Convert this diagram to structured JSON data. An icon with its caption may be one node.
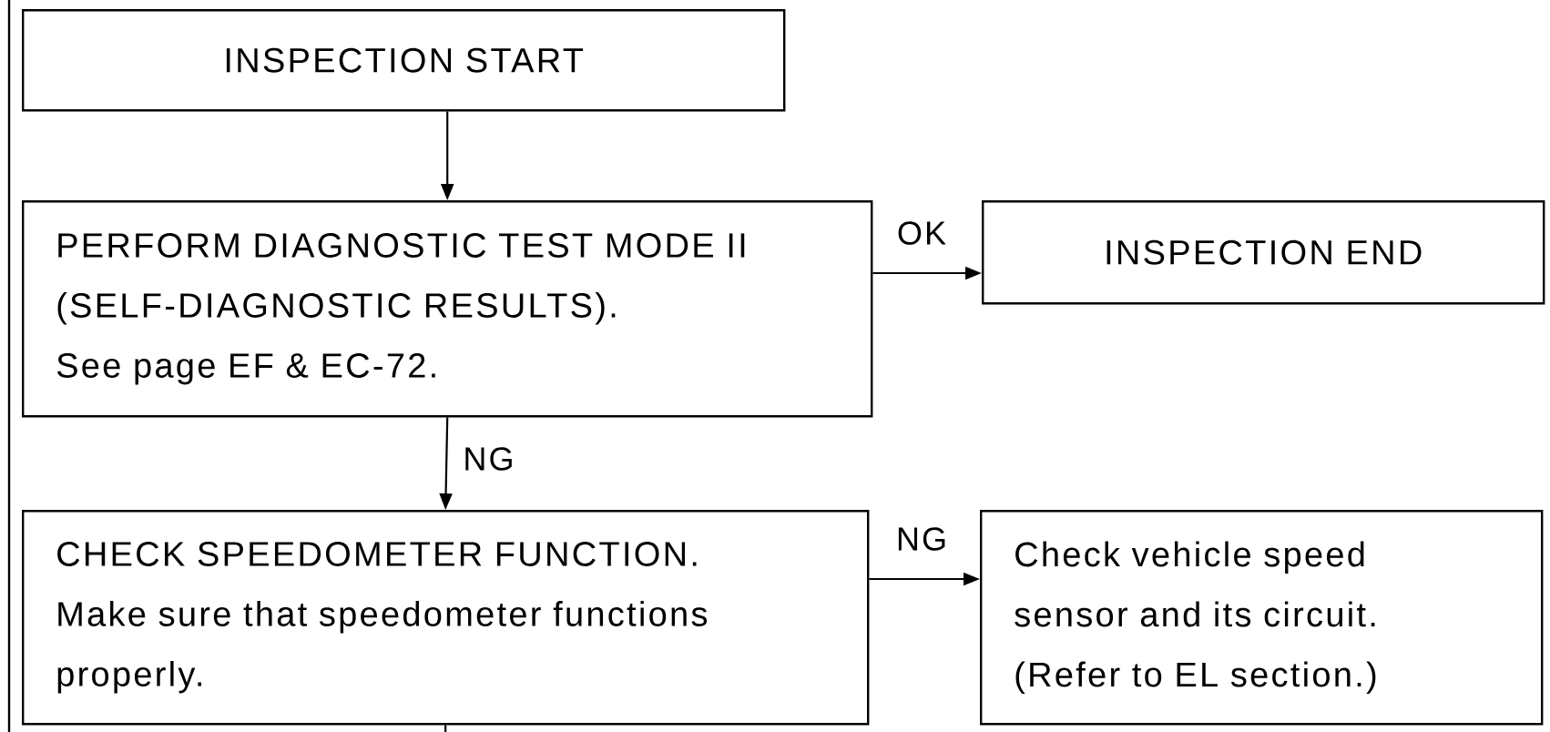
{
  "diagram": {
    "nodes": [
      {
        "text": [
          "INSPECTION START"
        ]
      },
      {
        "text": [
          "PERFORM DIAGNOSTIC TEST MODE II (SELF-DIAGNOSTIC RESULTS).",
          "See page EF & EC-72."
        ]
      },
      {
        "text": [
          "INSPECTION END"
        ]
      },
      {
        "text": [
          "CHECK SPEEDOMETER FUNCTION.",
          "Make sure that speedometer functions properly."
        ]
      },
      {
        "text": [
          "Check vehicle speed sensor and its circuit.",
          "(Refer to EL section.)"
        ]
      }
    ],
    "edges": [
      {
        "from": 0,
        "to": 1,
        "arrow": "to"
      },
      {
        "from": 1,
        "to": 2,
        "arrow": "to",
        "label": "OK"
      },
      {
        "from": 1,
        "to": 3,
        "arrow": "to",
        "label": "NG"
      },
      {
        "from": 3,
        "to": 4,
        "arrow": "to",
        "label": "NG"
      },
      {
        "from": 3,
        "to": null,
        "arrow": "none"
      }
    ]
  }
}
